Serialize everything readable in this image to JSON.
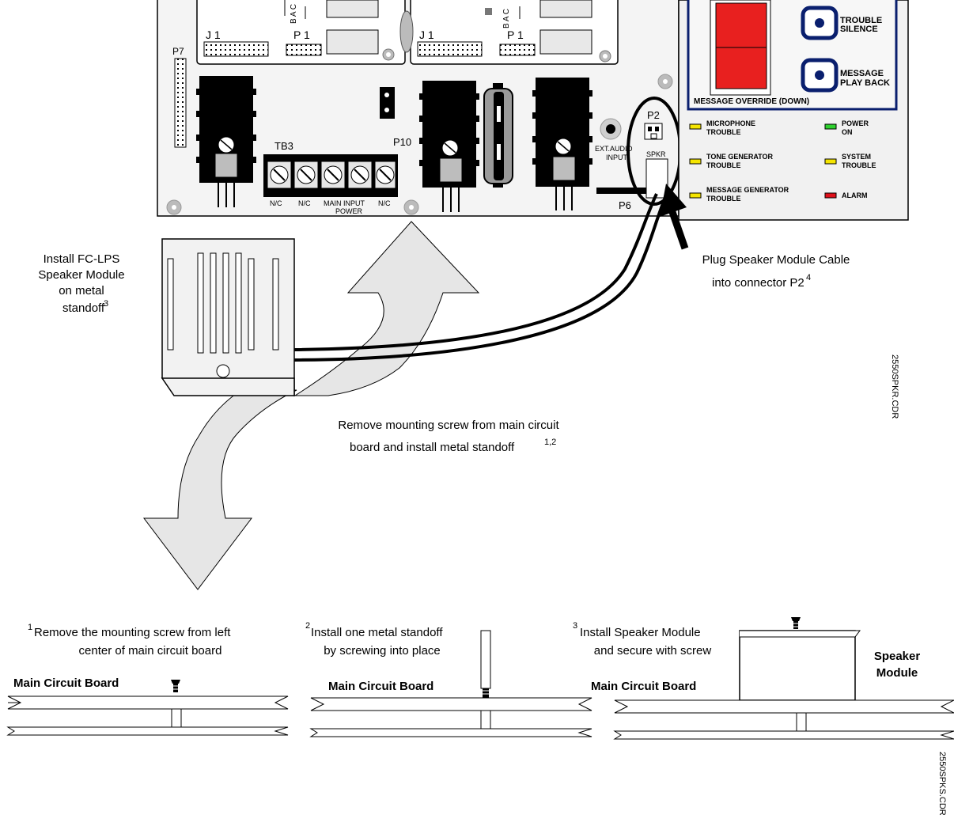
{
  "board": {
    "j1_left": "J 1",
    "p1_left": "P 1",
    "bac_left": "B A C",
    "j1_right": "J 1",
    "p1_right": "P 1",
    "bac_right": "B A C",
    "p7": "P7",
    "tb3": "TB3",
    "p10": "P10",
    "p2": "P2",
    "spkr": "SPKR",
    "p6": "P6",
    "ext_audio": "EXT.AUDIO",
    "input": "INPUT",
    "tb3_nc1": "N/C",
    "tb3_nc2": "N/C",
    "tb3_main": "MAIN INPUT",
    "tb3_power": "POWER",
    "tb3_nc3": "N/C"
  },
  "panel": {
    "trouble_silence_1": "TROUBLE",
    "trouble_silence_2": "SILENCE",
    "message_playback_1": "MESSAGE",
    "message_playback_2": "PLAY BACK",
    "message_override": "MESSAGE OVERRIDE (DOWN)",
    "microphone_trouble_1": "MICROPHONE",
    "microphone_trouble_2": "TROUBLE",
    "power_on_1": "POWER",
    "power_on_2": "ON",
    "tone_gen_trouble_1": "TONE GENERATOR",
    "tone_gen_trouble_2": "TROUBLE",
    "system_trouble_1": "SYSTEM",
    "system_trouble_2": "TROUBLE",
    "msg_gen_trouble_1": "MESSAGE GENERATOR",
    "msg_gen_trouble_2": "TROUBLE",
    "alarm": "ALARM"
  },
  "annotations": {
    "install_module_1": "Install FC-LPS",
    "install_module_2": "Speaker Module",
    "install_module_3": "on metal",
    "install_module_4": "standoff",
    "install_module_sup": "3",
    "plug_cable_1": "Plug Speaker Module Cable",
    "plug_cable_2": "into connector P2",
    "plug_cable_sup": "4",
    "remove_screw_1": "Remove mounting screw from main circuit",
    "remove_screw_2": "board and install metal standoff ",
    "remove_screw_sup": "1,2",
    "file_top": "2550SPKR.CDR",
    "file_bottom": "2550SPKS.CDR"
  },
  "steps": [
    {
      "num": "1",
      "line1": "Remove the mounting screw from left",
      "line2": "center of main circuit board",
      "board_label": "Main Circuit Board"
    },
    {
      "num": "2",
      "line1": "Install one metal standoff",
      "line2": "by screwing into place",
      "board_label": "Main Circuit Board"
    },
    {
      "num": "3",
      "line1": "Install Speaker Module",
      "line2": "and secure with screw",
      "board_label": "Main Circuit Board",
      "module_label_1": "Speaker",
      "module_label_2": "Module"
    }
  ],
  "colors": {
    "panel_blue": "#0a1f6e",
    "switch_red": "#e8201f",
    "led_yellow": "#f5e500",
    "led_green": "#2ed12e",
    "led_red": "#e0101a",
    "arrow_fill": "#e6e6e6",
    "board_fill": "#f5f5f5"
  }
}
